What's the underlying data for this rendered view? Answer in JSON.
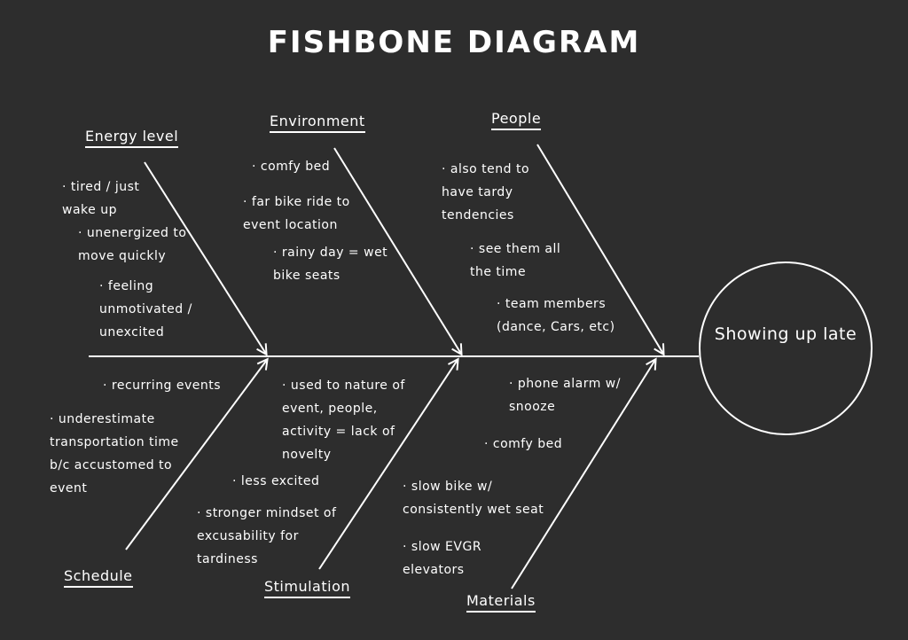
{
  "title": "FISHBONE DIAGRAM",
  "effect": "Showing up late",
  "categories": {
    "energy_level": {
      "label": "Energy level",
      "causes": [
        "· tired / just wake up",
        "· unenergized to move quickly",
        "· feeling unmotivated / unexcited"
      ]
    },
    "environment": {
      "label": "Environment",
      "causes": [
        "· comfy bed",
        "· far bike ride to event location",
        "· rainy day = wet bike seats"
      ]
    },
    "people": {
      "label": "People",
      "causes": [
        "· also tend to have tardy tendencies",
        "· see them all the time",
        "· team members (dance, Cars, etc)"
      ]
    },
    "schedule": {
      "label": "Schedule",
      "causes": [
        "· recurring events",
        "· underestimate transportation time b/c accustomed to event"
      ]
    },
    "stimulation": {
      "label": "Stimulation",
      "causes": [
        "· used to nature of event, people, activity = lack of novelty",
        "· less excited",
        "· stronger mindset of excusability for tardiness"
      ]
    },
    "materials": {
      "label": "Materials",
      "causes": [
        "· phone alarm w/ snooze",
        "· comfy bed",
        "· slow bike w/ consistently wet seat",
        "· slow EVGR elevators"
      ]
    }
  },
  "colors": {
    "background": "#2d2d2d",
    "ink": "#ffffff"
  }
}
